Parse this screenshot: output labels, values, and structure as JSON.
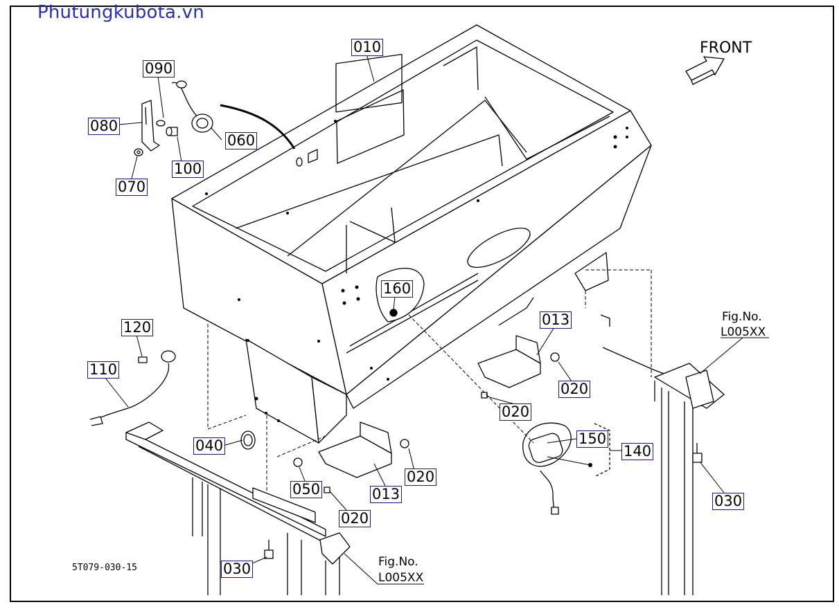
{
  "watermark": "Phutungkubota.vn",
  "front_label": "FRONT",
  "drawing_code": "5T079-030-15",
  "callouts": [
    {
      "id": "c010",
      "text": "010"
    },
    {
      "id": "c090",
      "text": "090"
    },
    {
      "id": "c080",
      "text": "080"
    },
    {
      "id": "c060",
      "text": "060"
    },
    {
      "id": "c100",
      "text": "100"
    },
    {
      "id": "c070",
      "text": "070"
    },
    {
      "id": "c160",
      "text": "160"
    },
    {
      "id": "c013a",
      "text": "013"
    },
    {
      "id": "c120",
      "text": "120"
    },
    {
      "id": "c110",
      "text": "110"
    },
    {
      "id": "c020a",
      "text": "020"
    },
    {
      "id": "c020b",
      "text": "020"
    },
    {
      "id": "c150",
      "text": "150"
    },
    {
      "id": "c140",
      "text": "140"
    },
    {
      "id": "c040",
      "text": "040"
    },
    {
      "id": "c020c",
      "text": "020"
    },
    {
      "id": "c050",
      "text": "050"
    },
    {
      "id": "c013b",
      "text": "013"
    },
    {
      "id": "c020d",
      "text": "020"
    },
    {
      "id": "c030a",
      "text": "030"
    },
    {
      "id": "c030b",
      "text": "030"
    }
  ],
  "fig_refs": [
    {
      "title": "Fig.No.",
      "ref": "L005XX"
    },
    {
      "title": "Fig.No.",
      "ref": "L005XX"
    }
  ]
}
